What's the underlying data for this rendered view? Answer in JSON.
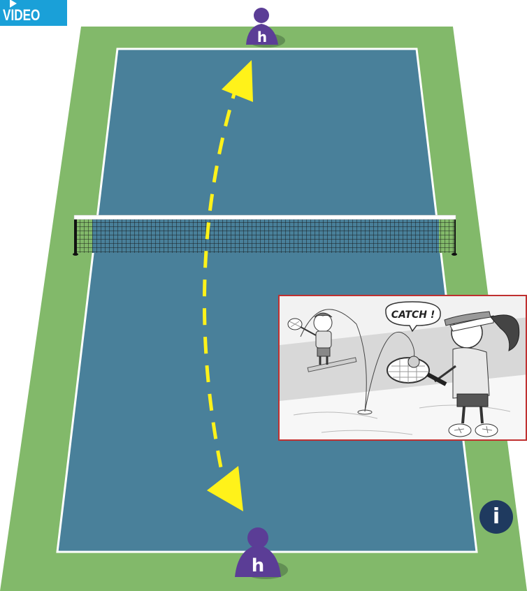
{
  "video_badge": {
    "label": "VIDEO",
    "icon": "play-icon"
  },
  "players": [
    {
      "id": "top",
      "letter": "h",
      "color": "#5b3d96"
    },
    {
      "id": "bottom",
      "letter": "h",
      "color": "#5b3d96"
    }
  ],
  "illustration": {
    "speech_bubble": "CATCH !"
  },
  "info_button": {
    "label": "i",
    "icon": "info-icon"
  },
  "colors": {
    "surround": "#82b96a",
    "court": "#49809a",
    "lines": "#ffffff",
    "arrow": "#fff21a",
    "player": "#5b3d96",
    "badge": "#1aa0d8",
    "info": "#1f3a5f",
    "comic_border": "#c03030"
  }
}
